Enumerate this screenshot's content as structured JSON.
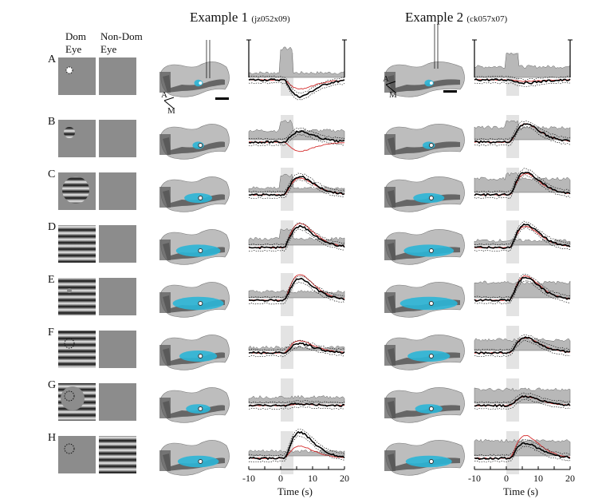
{
  "headers": {
    "dom_eye_1": "Dom",
    "dom_eye_2": "Eye",
    "nondom_eye_1": "Non-Dom",
    "nondom_eye_2": "Eye"
  },
  "example1": {
    "title": "Example 1",
    "id": "(jz052x09)"
  },
  "example2": {
    "title": "Example 2",
    "id": "(ck057x07)"
  },
  "orientation": {
    "anterior": "A",
    "medial": "M"
  },
  "axis": {
    "xlabel": "Time (s)",
    "ticks": [
      -10,
      -5,
      0,
      5,
      10,
      15,
      20
    ],
    "tick_labels": [
      "-10",
      "0",
      "10",
      "20"
    ],
    "xlim": [
      -10,
      20
    ],
    "stim_window": [
      0,
      4
    ]
  },
  "colors": {
    "cyan": "#2bb5d6",
    "red": "#d42a2a",
    "grey": "#b8b8b8",
    "stimulus": "#8c8c8c"
  },
  "rows": [
    {
      "label": "A",
      "stim": "small-patch",
      "cyan": 0.05,
      "ex1": {
        "black": -0.55,
        "red": -0.3,
        "grey_base": 0.1,
        "grey_stim": 0.9
      },
      "ex2": {
        "black": -0.1,
        "red": -0.05,
        "grey_base": 0.3,
        "grey_stim": 0.75
      }
    },
    {
      "label": "B",
      "stim": "small-grating",
      "cyan": 0.1,
      "ex1": {
        "black": 0.35,
        "red": -0.3,
        "grey_base": 0.25,
        "grey_stim": 0.55
      },
      "ex2": {
        "black": 0.6,
        "red": 0.6,
        "grey_base": 0.35,
        "grey_stim": 0.55
      }
    },
    {
      "label": "C",
      "stim": "large-grating",
      "cyan": 0.35,
      "ex1": {
        "black": 0.6,
        "red": 0.55,
        "grey_base": 0.1,
        "grey_stim": 0.5
      },
      "ex2": {
        "black": 0.75,
        "red": 0.7,
        "grey_base": 0.4,
        "grey_stim": 0.55
      }
    },
    {
      "label": "D",
      "stim": "full-grating",
      "cyan": 0.6,
      "ex1": {
        "black": 0.7,
        "red": 0.8,
        "grey_base": 0.15,
        "grey_stim": 0.45
      },
      "ex2": {
        "black": 0.75,
        "red": 0.7,
        "grey_base": 0.1,
        "grey_stim": 0.1
      }
    },
    {
      "label": "E",
      "stim": "full-grating-dot",
      "cyan": 0.7,
      "ex1": {
        "black": 0.7,
        "red": 0.85,
        "grey_base": 0.15,
        "grey_stim": 0.15
      },
      "ex2": {
        "black": 0.75,
        "red": 0.8,
        "grey_base": 0.45,
        "grey_stim": 0.45
      }
    },
    {
      "label": "F",
      "stim": "grating-dotted-circle",
      "cyan": 0.5,
      "ex1": {
        "black": 0.3,
        "red": 0.4,
        "grey_base": 0.05,
        "grey_stim": 0.05
      },
      "ex2": {
        "black": 0.5,
        "red": 0.5,
        "grey_base": 0.3,
        "grey_stim": 0.3
      }
    },
    {
      "label": "G",
      "stim": "grating-grey-disk",
      "cyan": 0.3,
      "ex1": {
        "black": 0.05,
        "red": 0.05,
        "grey_base": 0.15,
        "grey_stim": 0.15
      },
      "ex2": {
        "black": 0.3,
        "red": 0.3,
        "grey_base": 0.4,
        "grey_stim": 0.4
      }
    },
    {
      "label": "H",
      "stim": "dotted-circle-nondom-grating",
      "cyan": 0.55,
      "ex1": {
        "black": 0.85,
        "red": 0.4,
        "grey_base": 0.1,
        "grey_stim": 0.1
      },
      "ex2": {
        "black": 0.5,
        "red": 0.75,
        "grey_base": 0.45,
        "grey_stim": 0.45
      }
    }
  ]
}
